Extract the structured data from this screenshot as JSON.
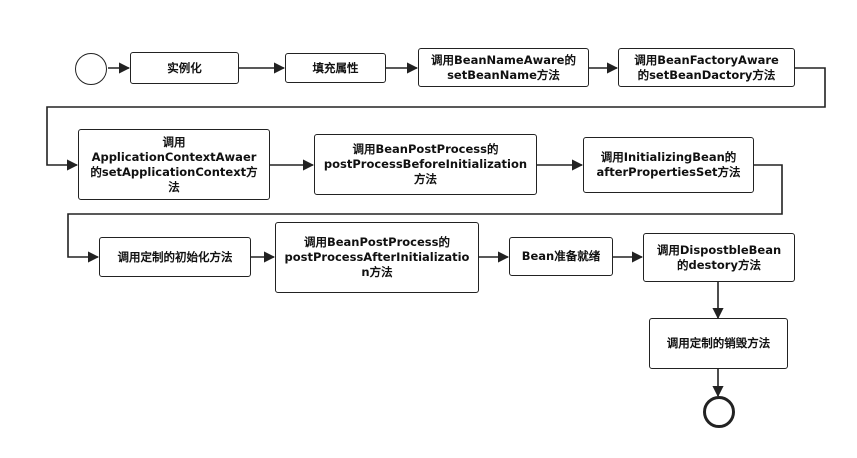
{
  "diagram": {
    "type": "flowchart",
    "nodes": {
      "instantiate": "实例化",
      "populate": "填充属性",
      "bean_name_aware": "调用BeanNameAware的\nsetBeanName方法",
      "bean_factory_aware": "调用BeanFactoryAware\n的setBeanDactory方法",
      "app_context_awaer": "调用\nApplicationContextAwaer\n的setApplicationContext方\n法",
      "post_before_init": "调用BeanPostProcess的\npostProcessBeforeInitialization\n方法",
      "initializing_bean": "调用InitializingBean的\nafterPropertiesSet方法",
      "custom_init": "调用定制的初始化方法",
      "post_after_init": "调用BeanPostProcess的\npostProcessAfterInitializatio\nn方法",
      "bean_ready": "Bean准备就绪",
      "disposable_bean": "调用DispostbleBean\n的destory方法",
      "custom_destroy": "调用定制的销毁方法"
    }
  }
}
